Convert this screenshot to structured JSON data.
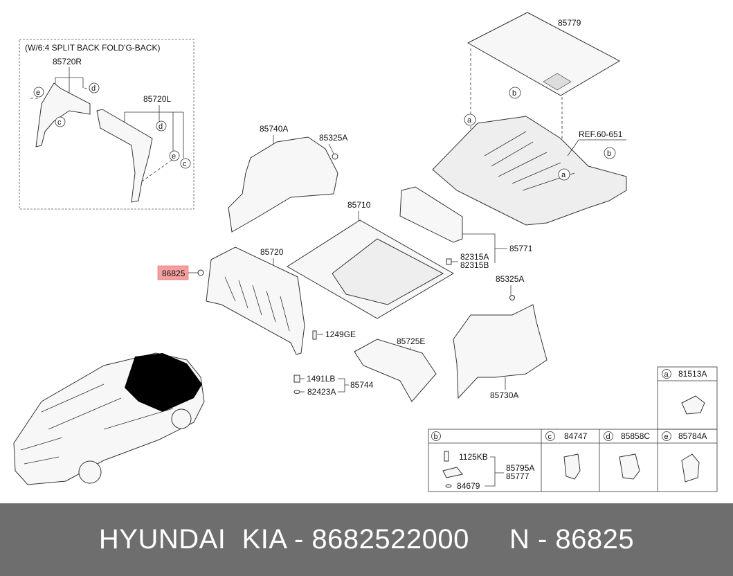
{
  "inset": {
    "title": "(W/6:4 SPLIT BACK FOLD'G-BACK)",
    "part_right": "85720R",
    "part_left": "85720L"
  },
  "parts": {
    "cover_net": "85779",
    "ref": "REF.60-651",
    "side_trim_upper": "85740A",
    "clip_upper": "85325A",
    "floor_mat": "85710",
    "back_trim": "85771",
    "fastener_a": "82315A",
    "fastener_b": "82315B",
    "partition": "85720",
    "highlighted": "86825",
    "clip_right": "85325A",
    "screw": "1249GE",
    "tray": "85725E",
    "side_trim_right": "85730A",
    "bolt": "1491LB",
    "assembly": "85744",
    "nut": "82423A"
  },
  "callouts": {
    "a": "a",
    "b": "b",
    "c": "c",
    "d": "d",
    "e": "e"
  },
  "legend": {
    "a": {
      "letter": "a",
      "part": "81513A"
    },
    "b": {
      "letter": "b",
      "parts": [
        "1125KB",
        "85795A",
        "85777",
        "84679"
      ]
    },
    "c": {
      "letter": "c",
      "part": "84747"
    },
    "d": {
      "letter": "d",
      "part": "85858C"
    },
    "e": {
      "letter": "e",
      "part": "85784A"
    }
  },
  "colors": {
    "highlight_fill": "#f4a0a0",
    "highlight_stroke": "#e06060",
    "footer_bg": "#6e6e6e"
  },
  "footer": {
    "text": "HYUNDAI  KIA - 8682522000     N - 86825"
  }
}
